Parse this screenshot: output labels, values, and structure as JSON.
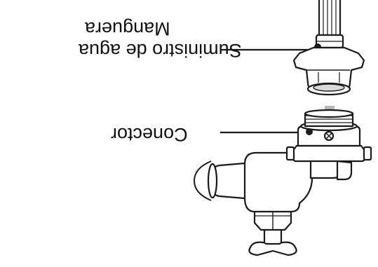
{
  "figure": {
    "labels": {
      "hose_line1": "Manguera",
      "hose_line2": "Suministro de agua",
      "connector": "Conector"
    },
    "colors": {
      "stroke": "#1a1a1a",
      "fill": "#ffffff",
      "arrow": "#b8b8b8",
      "shade": "#d9d9d9"
    }
  }
}
